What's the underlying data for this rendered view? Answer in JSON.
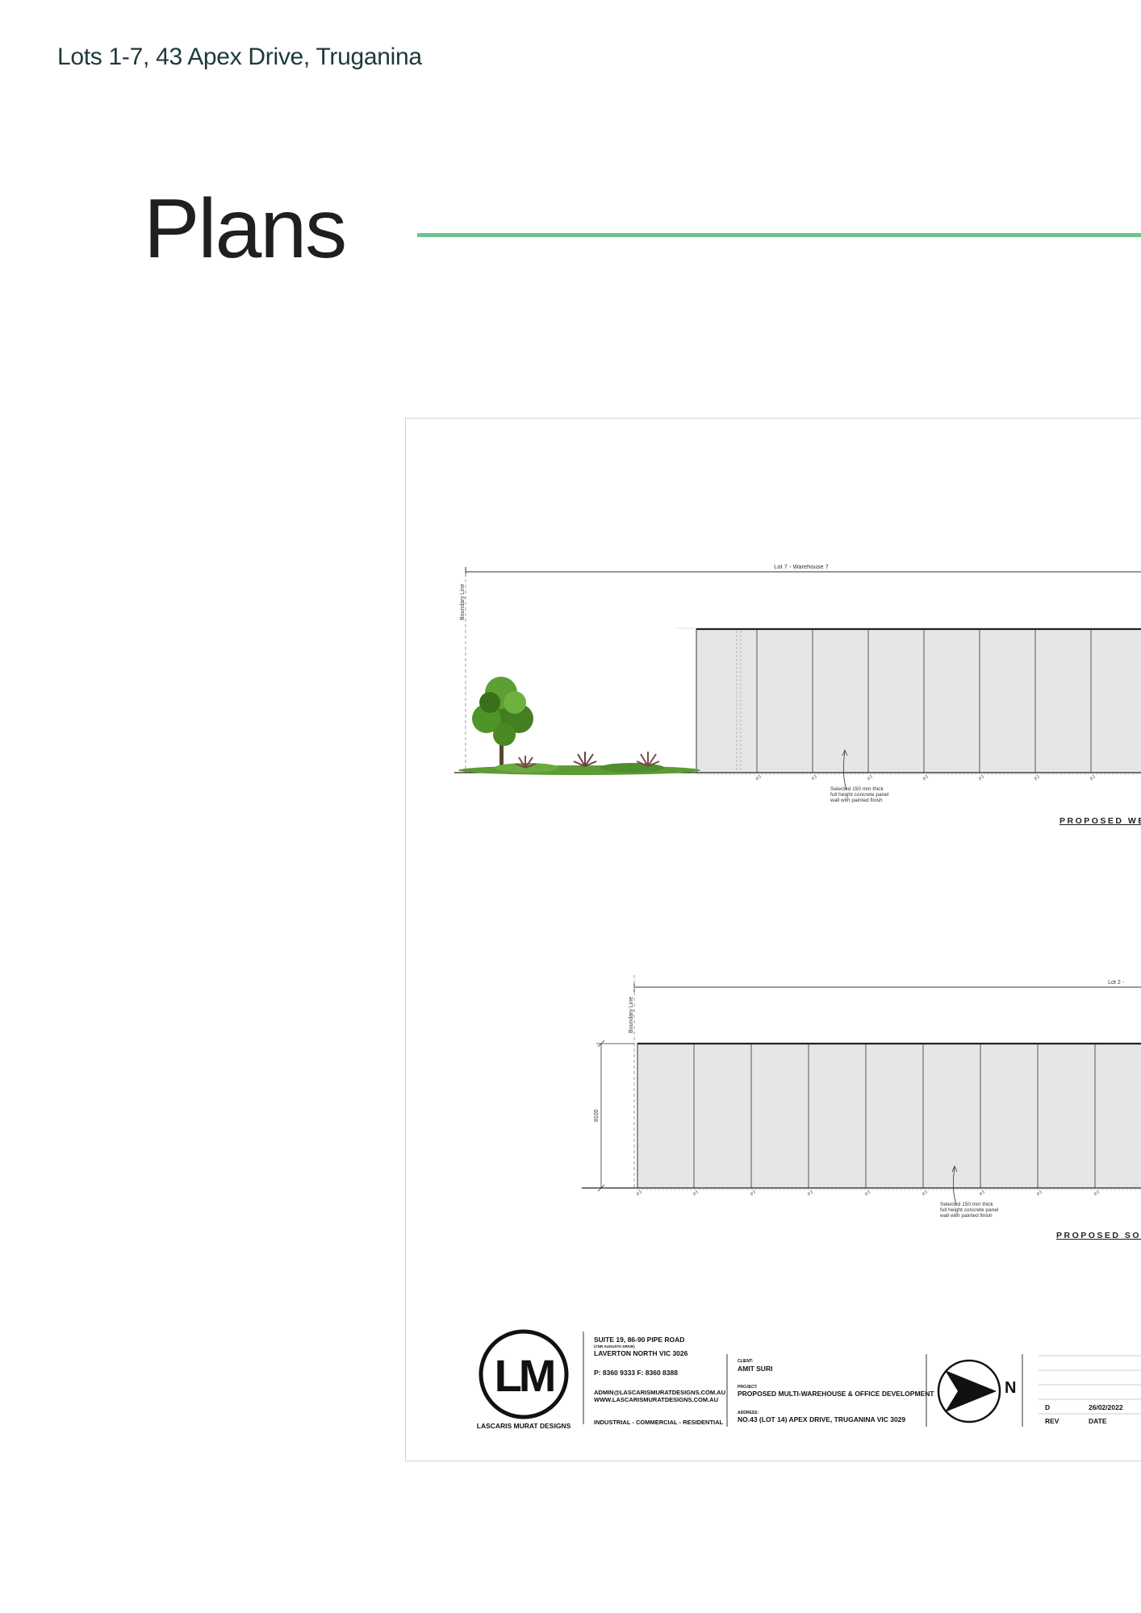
{
  "header": {
    "address": "Lots 1-7, 43 Apex Drive, Truganina"
  },
  "page": {
    "title": "Plans",
    "accent_color": "#6cc58c"
  },
  "drawing": {
    "west_elevation": {
      "dimension_label": "Lot 7 - Warehouse 7",
      "boundary_label": "Boundary Line",
      "panel_note": [
        "Selected 150 mm thick",
        "full height concrete panel",
        "wall with painted finish"
      ],
      "joint_label": "PJ",
      "title": "PROPOSED WES"
    },
    "south_elevation": {
      "dimension_label": "Lot 2 -",
      "boundary_label": "Boundary Line",
      "height_label": "8100",
      "panel_note": [
        "Selected 150 mm thick",
        "full height concrete panel",
        "wall with painted finish"
      ],
      "joint_label": "PJ",
      "title": "PROPOSED SOU"
    },
    "title_block": {
      "logo_text": "LM",
      "firm_name": "LASCARIS MURAT DESIGNS",
      "address_line1": "SUITE 19, 86-90 PIPE ROAD",
      "address_line2": "(CNR AUGUSTA DRIVE)",
      "address_line3": "LAVERTON NORTH VIC 3026",
      "phone": "P: 8360 9333   F: 8360 8388",
      "email": "ADMIN@LASCARISMURATDESIGNS.COM.AU",
      "website": "WWW.LASCARISMURATDESIGNS.COM.AU",
      "sectors": "INDUSTRIAL - COMMERCIAL - RESIDENTIAL",
      "client_label": "CLIENT:",
      "client": "AMIT SURI",
      "project_label": "PROJECT:",
      "project": "PROPOSED MULTI-WAREHOUSE & OFFICE DEVELOPMENT",
      "address_label": "ADDRESS:",
      "site_address": "NO.43 (LOT 14) APEX DRIVE, TRUGANINA VIC 3029",
      "north_label": "N",
      "rev_letter": "D",
      "rev_date": "26/02/2022",
      "rev_header": "REV",
      "date_header": "DATE"
    }
  }
}
